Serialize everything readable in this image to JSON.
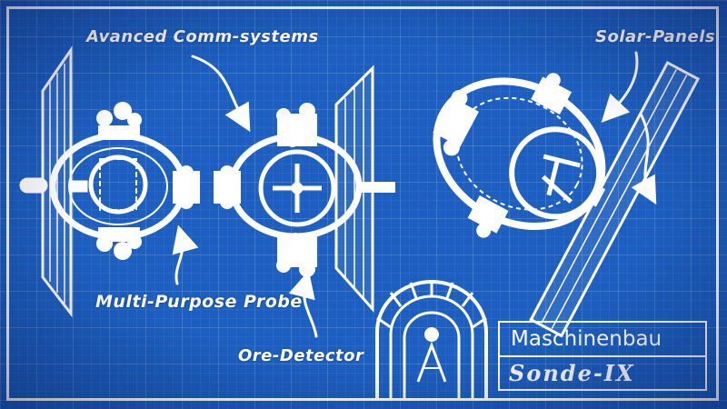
{
  "labels": {
    "comm": "Avanced Comm-systems",
    "solar": "Solar-Panels",
    "probe": "Multi-Purpose Probe",
    "ore": "Ore-Detector"
  },
  "title_block": {
    "company": "Maschinenbau",
    "model": "Sonde-IX"
  },
  "colors": {
    "background": "#1c5fc0",
    "line": "#ffffff"
  }
}
